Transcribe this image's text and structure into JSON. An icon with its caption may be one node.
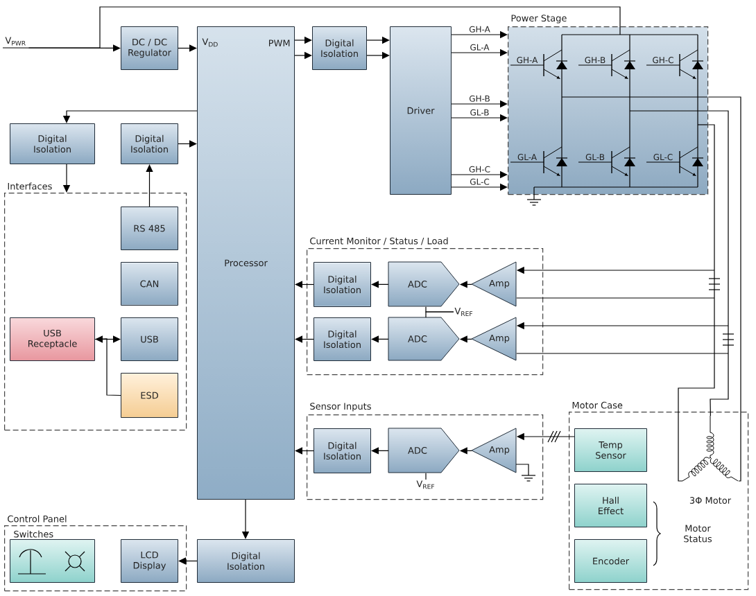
{
  "diagram": {
    "nodes": [
      {
        "text": [
          "V$_{PWR}$"
        ]
      },
      {
        "text": [
          "DC / DC Regulator"
        ]
      },
      {
        "text": [
          "Processor",
          "V$_{DD}$",
          "PWM"
        ]
      },
      {
        "text": [
          "Digital Isolation"
        ]
      },
      {
        "text": [
          "Driver"
        ]
      },
      {
        "text": [
          "Power Stage",
          "GH-A",
          "GH-B",
          "GH-C",
          "GL-A",
          "GL-B",
          "GL-C"
        ]
      },
      {
        "text": [
          "Digital Isolation"
        ]
      },
      {
        "text": [
          "Digital Isolation"
        ]
      },
      {
        "text": [
          "Interfaces"
        ]
      },
      {
        "text": [
          "RS 485"
        ],
        "in": 8
      },
      {
        "text": [
          "CAN"
        ],
        "in": 8
      },
      {
        "text": [
          "USB Receptacle"
        ],
        "in": 8
      },
      {
        "text": [
          "USB"
        ],
        "in": 8
      },
      {
        "text": [
          "ESD"
        ],
        "in": 8
      },
      {
        "text": [
          "Current Monitor / Status / Load"
        ]
      },
      {
        "text": [
          "Digital Isolation"
        ],
        "in": 14
      },
      {
        "text": [
          "ADC"
        ],
        "in": 14
      },
      {
        "text": [
          "Amp"
        ],
        "in": 14
      },
      {
        "text": [
          "Digital Isolation"
        ],
        "in": 14
      },
      {
        "text": [
          "ADC"
        ],
        "in": 14
      },
      {
        "text": [
          "Amp"
        ],
        "in": 14
      },
      {
        "text": [
          "Sensor Inputs"
        ]
      },
      {
        "text": [
          "Digital Isolation"
        ],
        "in": 21
      },
      {
        "text": [
          "ADC"
        ],
        "in": 21
      },
      {
        "text": [
          "Amp"
        ],
        "in": 21
      },
      {
        "text": [
          "Motor Case"
        ]
      },
      {
        "text": [
          "Temp Sensor"
        ],
        "in": 25
      },
      {
        "text": [
          "Hall Effect"
        ],
        "in": 25
      },
      {
        "text": [
          "Encoder"
        ],
        "in": 25
      },
      {
        "text": [
          "3Φ Motor"
        ],
        "in": 25
      },
      {
        "text": [
          "Control Panel"
        ]
      },
      {
        "text": [
          "Switches"
        ],
        "in": 30
      },
      {
        "text": [
          "LCD Display"
        ],
        "in": 30
      },
      {
        "text": [
          "Digital Isolation"
        ]
      },
      {
        "text": [
          "V$_{REF}$"
        ],
        "in": 14
      },
      {
        "text": [
          "V$_{REF}$"
        ],
        "in": 21
      }
    ],
    "edges": [
      {
        "from": 0,
        "to": 1,
        "arrow": "to"
      },
      {
        "from": 0,
        "to": 5,
        "arrow": "none"
      },
      {
        "from": 1,
        "to": 2,
        "arrow": "to"
      },
      {
        "from": 2,
        "to": 3,
        "arrow": "to"
      },
      {
        "from": 2,
        "to": 3,
        "arrow": "to"
      },
      {
        "from": 3,
        "to": 4,
        "arrow": "to"
      },
      {
        "from": 3,
        "to": 4,
        "arrow": "to"
      },
      {
        "from": 4,
        "to": 5,
        "arrow": "to",
        "label": "GH-A"
      },
      {
        "from": 4,
        "to": 5,
        "arrow": "to",
        "label": "GL-A"
      },
      {
        "from": 4,
        "to": 5,
        "arrow": "to",
        "label": "GH-B"
      },
      {
        "from": 4,
        "to": 5,
        "arrow": "to",
        "label": "GL-B"
      },
      {
        "from": 4,
        "to": 5,
        "arrow": "to",
        "label": "GH-C"
      },
      {
        "from": 4,
        "to": 5,
        "arrow": "to",
        "label": "GL-C"
      },
      {
        "from": 2,
        "to": 6,
        "arrow": "to"
      },
      {
        "from": 6,
        "to": 8,
        "arrow": "to"
      },
      {
        "from": 9,
        "to": 7,
        "arrow": "to"
      },
      {
        "from": 7,
        "to": 2,
        "arrow": "to"
      },
      {
        "from": 11,
        "to": 12,
        "arrow": "both"
      },
      {
        "from": 13,
        "to": 11,
        "arrow": "none"
      },
      {
        "from": 15,
        "to": 2,
        "arrow": "to"
      },
      {
        "from": 16,
        "to": 15,
        "arrow": "to"
      },
      {
        "from": 17,
        "to": 16,
        "arrow": "to"
      },
      {
        "from": 18,
        "to": 2,
        "arrow": "to"
      },
      {
        "from": 19,
        "to": 18,
        "arrow": "to"
      },
      {
        "from": 20,
        "to": 19,
        "arrow": "to"
      },
      {
        "from": 22,
        "to": 2,
        "arrow": "to"
      },
      {
        "from": 23,
        "to": 22,
        "arrow": "to"
      },
      {
        "from": 24,
        "to": 23,
        "arrow": "to"
      },
      {
        "from": 26,
        "to": 24,
        "arrow": "to"
      },
      {
        "from": 5,
        "to": 29,
        "arrow": "none"
      },
      {
        "from": 5,
        "to": 29,
        "arrow": "none"
      },
      {
        "from": 5,
        "to": 29,
        "arrow": "none"
      },
      {
        "from": null,
        "to": 17,
        "arrow": "to"
      },
      {
        "from": 17,
        "to": null,
        "arrow": "none"
      },
      {
        "from": null,
        "to": 20,
        "arrow": "to"
      },
      {
        "from": 20,
        "to": null,
        "arrow": "none"
      },
      {
        "from": 2,
        "to": 33,
        "arrow": "to"
      },
      {
        "from": 33,
        "to": 32,
        "arrow": "to"
      },
      {
        "from": 34,
        "to": 16,
        "arrow": "none"
      },
      {
        "from": 34,
        "to": 19,
        "arrow": "none"
      },
      {
        "from": 35,
        "to": 23,
        "arrow": "none"
      }
    ],
    "labels": [
      "Motor Status"
    ]
  }
}
